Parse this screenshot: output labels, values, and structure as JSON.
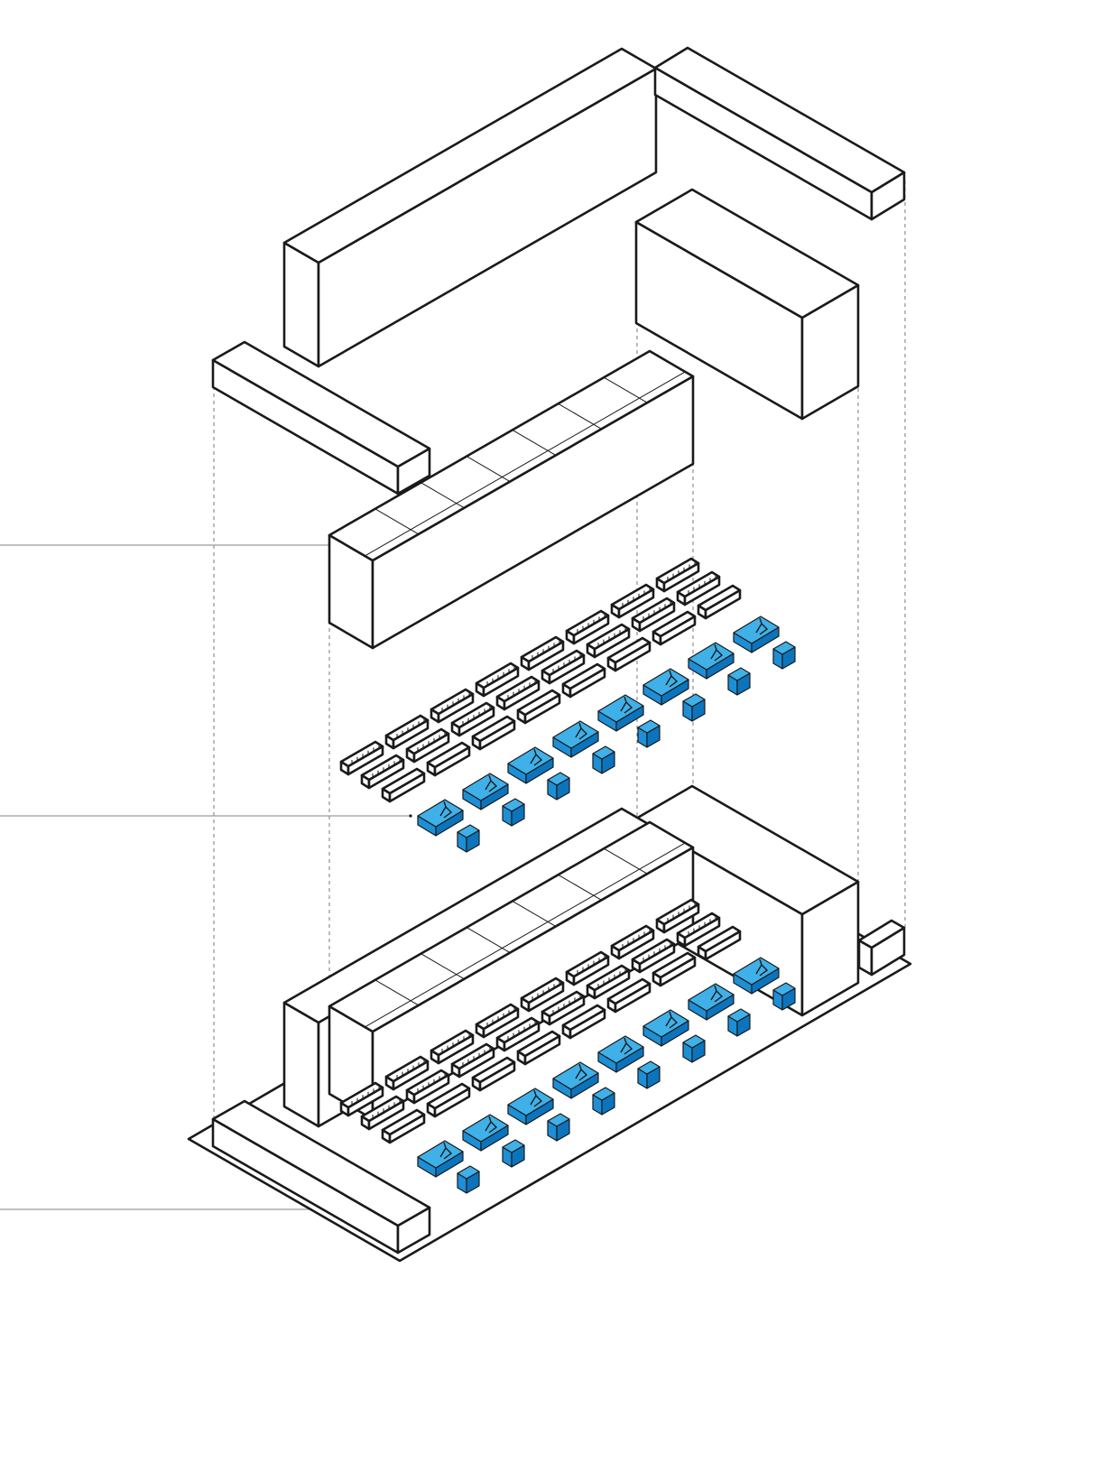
{
  "colors": {
    "line": "#1a1a1a",
    "fill": "#ffffff",
    "accent_top": "#3fb0e8",
    "accent_left": "#1c8fd6",
    "accent_right": "#0b74bd",
    "leader": "#9a9a9a",
    "projection": "#777777"
  },
  "diagram": {
    "type": "exploded-axonometric",
    "upper_volumes": 4,
    "module_rows": 2,
    "modules_per_row": 8,
    "leader_lines": 3,
    "labels": []
  },
  "icons": {
    "equipment_module": "blue-machine-icon",
    "storage_box": "blue-cube-icon",
    "rack": "rack-icon"
  }
}
